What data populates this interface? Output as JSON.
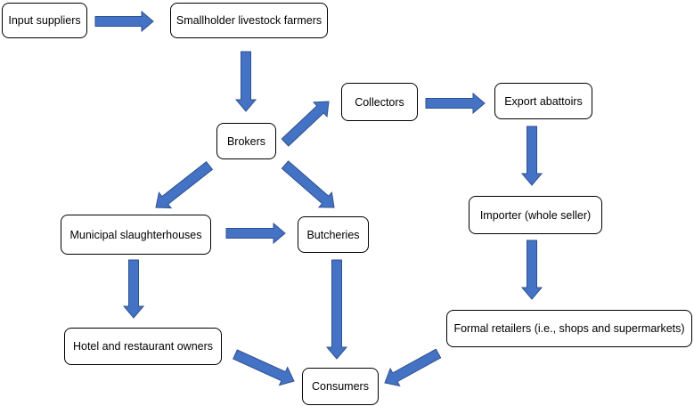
{
  "nodes": {
    "input_suppliers": "Input suppliers",
    "smallholder_farmers": "Smallholder livestock farmers",
    "brokers": "Brokers",
    "collectors": "Collectors",
    "export_abattoirs": "Export abattoirs",
    "municipal_slaughterhouses": "Municipal slaughterhouses",
    "butcheries": "Butcheries",
    "importer": "Importer (whole seller)",
    "formal_retailers": "Formal retailers (i.e., shops and supermarkets)",
    "hotel_restaurant_owners": "Hotel and restaurant owners",
    "consumers": "Consumers"
  },
  "colors": {
    "arrow_fill": "#4472C4",
    "arrow_stroke": "#2F528F",
    "box_border": "#000000"
  }
}
